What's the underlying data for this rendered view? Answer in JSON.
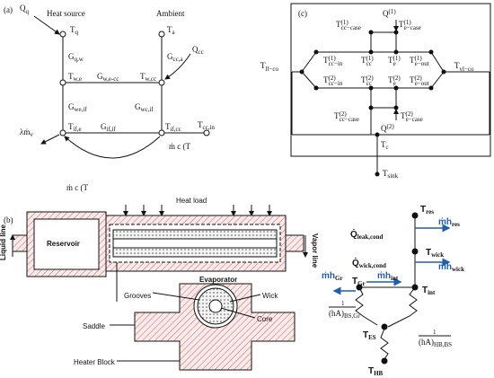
{
  "panel_a": {
    "label": "(a)",
    "heat_source": "Heat source",
    "ambient": "Ambient",
    "Qq": "Q",
    "Qq_sub": "q",
    "Tq": "T",
    "Tq_sub": "q",
    "Ta": "T",
    "Ta_sub": "a",
    "Gqw": "G",
    "Gqw_sub": "q,w",
    "Gcca": "G",
    "Gcca_sub": "cc,a",
    "Qcc": "Q",
    "Qcc_sub": "cc",
    "Twe": "T",
    "Twe_sub": "w,e",
    "Gwecc": "G",
    "Gwecc_sub": "w,e-cc",
    "Twcc": "T",
    "Twcc_sub": "w,cc",
    "Gweif": "G",
    "Gweif_sub": "we,if",
    "Gwcif": "G",
    "Gwcif_sub": "wc,if",
    "lambda_mv": "λṁ",
    "lambda_mv_sub": "v",
    "Tife": "T",
    "Tife_sub": "if,e",
    "Gifif": "G",
    "Gifif_sub": "if,if",
    "Tifcc": "T",
    "Tifcc_sub": "if,cc",
    "Tccin": "T",
    "Tccin_sub": "cc,in",
    "eq1": "ṁ",
    "eq1_rest": "c",
    "eq1_tail": "(T",
    "eq2": "ṁ",
    "eq2_rest": "c",
    "eq2_tail": "(T"
  },
  "panel_b": {
    "label": "(b)",
    "heat_load": "Heat load",
    "reservoir": "Reservoir",
    "liquid_line": "Liquid line",
    "vapor_line": "Vapor line",
    "evaporator": "Evaporator",
    "grooves": "Grooves",
    "wick": "Wick",
    "core": "Core",
    "saddle": "Saddle",
    "heater_block": "Heater Block"
  },
  "panel_b_network": {
    "Tres": "T",
    "Tres_sub": "res",
    "mh_res": "ṁh",
    "mh_res_sub": "res",
    "Q_leak": "Q̇",
    "Q_leak_sub": "leak,cond",
    "Twick": "T",
    "Twick_sub": "wick",
    "Q_wick": "Q̇",
    "Q_wick_sub": "wick,cond",
    "mh_wick": "ṁh",
    "mh_wick_sub": "wick",
    "mh_Gr": "ṁh",
    "mh_Gr_sub": "Gr",
    "TGr": "T",
    "TGr_sub": "Gr",
    "mh_int": "ṁh",
    "mh_int_sub": "int",
    "Tint": "T",
    "Tint_sub": "int",
    "hA_BSGr_num": "1",
    "hA_BSGr_den": "(hA)",
    "hA_BSGr_sub": "BS,Gr",
    "TES": "T",
    "TES_sub": "ES",
    "hA_HBBS_num": "1",
    "hA_HBBS_den": "(hA)",
    "hA_HBBS_sub": "HB,BS",
    "THB": "T",
    "THB_sub": "HB",
    "blue": "#1f5fb0"
  },
  "panel_c": {
    "label": "(c)",
    "Q1": "Q",
    "Q1_sup": "(1)",
    "Q2": "Q",
    "Q2_sup": "(2)",
    "Tcc_case1": "T",
    "Tcc_case1_sub": "cc−case",
    "Tcc_case1_sup": "(1)",
    "Te_case1": "T",
    "Te_case1_sub": "e−case",
    "Te_case1_sup": "(1)",
    "Tcc_in1": "T",
    "Tcc_in1_sub": "cc−in",
    "Tcc_in1_sup": "(1)",
    "Tcc1": "T",
    "Tcc1_sub": "cc",
    "Tcc1_sup": "(1)",
    "Te1": "T",
    "Te1_sub": "e",
    "Te1_sup": "(1)",
    "Te_out1": "T",
    "Te_out1_sub": "e−out",
    "Te_out1_sup": "(1)",
    "Tll_co": "T",
    "Tll_co_sub": "ll−co",
    "Tvl_co": "T",
    "Tvl_co_sub": "vl−co",
    "Tcc_in2": "T",
    "Tcc_in2_sub": "cc−in",
    "Tcc_in2_sup": "(2)",
    "Tcc2": "T",
    "Tcc2_sub": "cc",
    "Tcc2_sup": "(2)",
    "Te2": "T",
    "Te2_sub": "e",
    "Te2_sup": "(2)",
    "Te_out2": "T",
    "Te_out2_sub": "e−out",
    "Te_out2_sup": "(2)",
    "Tcc_case2": "T",
    "Tcc_case2_sub": "cc−case",
    "Tcc_case2_sup": "(2)",
    "Te_case2": "T",
    "Te_case2_sub": "e−case",
    "Te_case2_sup": "(2)",
    "Tc": "T",
    "Tc_sub": "c",
    "Tsink": "T",
    "Tsink_sub": "sink"
  }
}
